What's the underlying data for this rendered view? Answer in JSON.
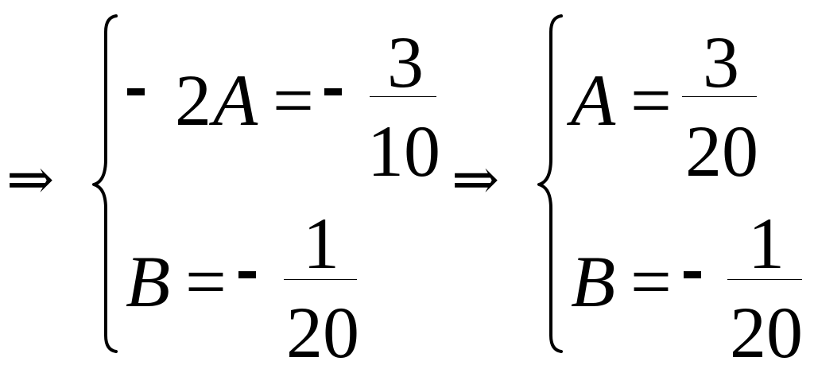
{
  "implies_symbol": "⇒",
  "system1": {
    "eq1": {
      "minus": "-",
      "coef": "2",
      "var": "A",
      "equals": "=",
      "rhs_minus": "-",
      "numerator": "3",
      "denominator": "10"
    },
    "eq2": {
      "var": "B",
      "equals": "=",
      "rhs_minus": "-",
      "numerator": "1",
      "denominator": "20"
    }
  },
  "system2": {
    "eq1": {
      "var": "A",
      "equals": "=",
      "numerator": "3",
      "denominator": "20"
    },
    "eq2": {
      "var": "B",
      "equals": "=",
      "rhs_minus": "-",
      "numerator": "1",
      "denominator": "20"
    }
  }
}
